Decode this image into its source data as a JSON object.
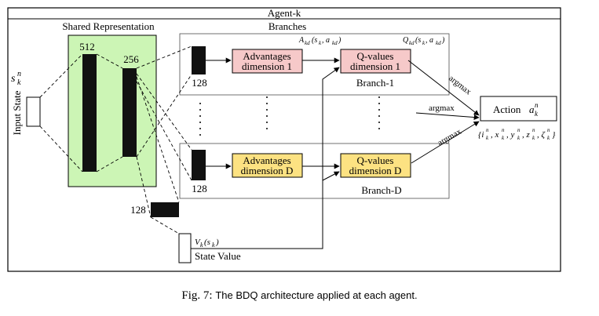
{
  "title": "Agent-k",
  "input": {
    "label": "Input State",
    "symbol_base": "s",
    "symbol_sup": "n",
    "symbol_sub": "k"
  },
  "shared": {
    "label": "Shared Representation",
    "layer1": "512",
    "layer2": "256"
  },
  "branches": {
    "label": "Branches",
    "branch1": {
      "adv_line1": "Advantages",
      "adv_line2": "dimension 1",
      "q_line1": "Q-values",
      "q_line2": "dimension 1",
      "name": "Branch-1",
      "size": "128",
      "adv_math": "A_kd(s_k, a_kd)",
      "q_math": "Q_kd(s_k, a_kd)"
    },
    "branchD": {
      "adv_line1": "Advantages",
      "adv_line2": "dimension D",
      "q_line1": "Q-values",
      "q_line2": "dimension D",
      "name": "Branch-D",
      "size": "128"
    },
    "ellipsis": "⋮"
  },
  "state_value": {
    "size": "128",
    "math": "V_k(s_k)",
    "label": "State Value"
  },
  "output": {
    "argmax": "argmax",
    "action_label": "Action",
    "action_math": "a_k^n",
    "action_set": "{i_k^n, x_k^n, y_k^n, z_k^n, ζ_k^n}"
  },
  "caption": {
    "fig": "Fig. 7:",
    "text": "The BDQ architecture applied at each agent."
  },
  "colors": {
    "shared_bg": "#ccf5b5",
    "adv1_bg": "#f6c9c9",
    "branchD_bg": "#fce282",
    "layer_fill": "#111111"
  }
}
